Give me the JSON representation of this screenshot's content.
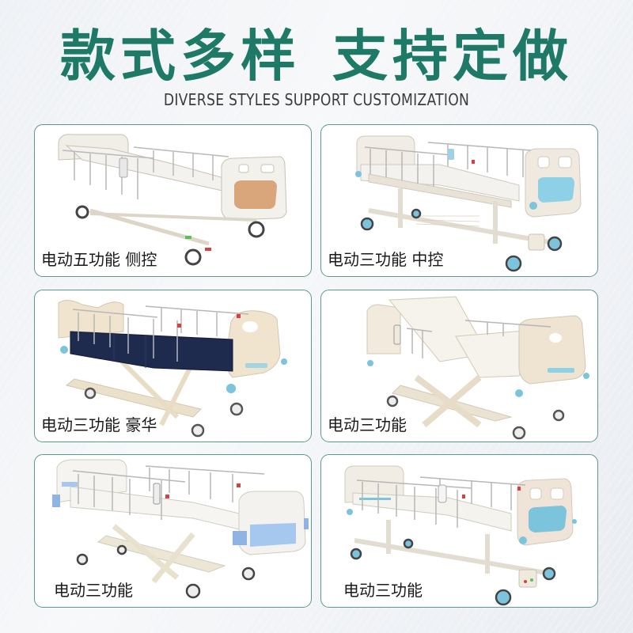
{
  "header": {
    "title_part1": "款式多样",
    "title_part2": "支持定做",
    "subtitle": "DIVERSE STYLES SUPPORT CUSTOMIZATION"
  },
  "colors": {
    "title_green": "#1e7a66",
    "card_border": "#5b9a8c",
    "subtitle_gray": "#3c3c3c",
    "accent_blue": "#7cc4dc",
    "panel_orange": "#d9a57a",
    "frame_cream": "#ede6d6"
  },
  "products": [
    {
      "label": "电动五功能 侧控",
      "image": "five-function-side-control-bed"
    },
    {
      "label": "电动三功能 中控",
      "image": "three-function-center-control-bed"
    },
    {
      "label": "电动三功能 豪华",
      "image": "three-function-luxury-bed"
    },
    {
      "label": "电动三功能",
      "image": "three-function-bed-raised-back"
    },
    {
      "label": "电动三功能",
      "image": "three-function-bed-blue-panels"
    },
    {
      "label": "电动三功能",
      "image": "three-function-bed-teal-panels"
    }
  ]
}
